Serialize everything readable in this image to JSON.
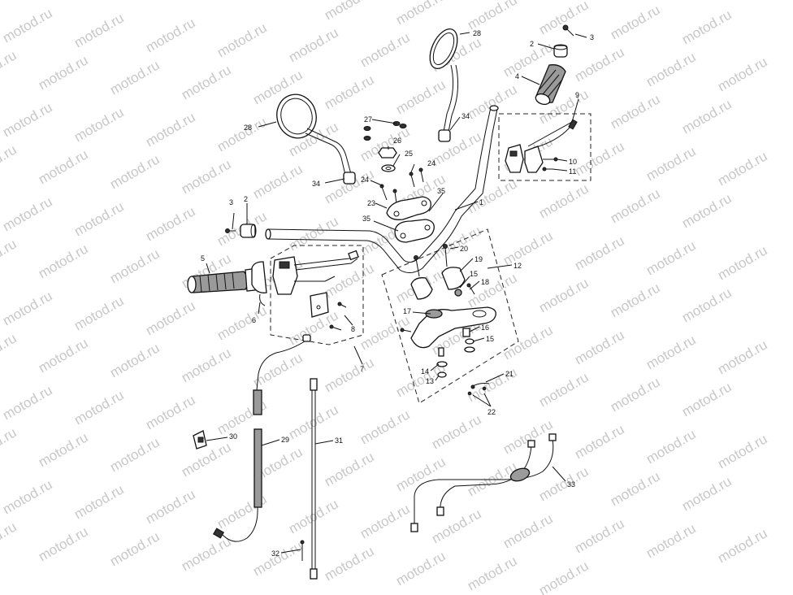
{
  "watermark": {
    "text": "motod.ru"
  },
  "callouts": [
    {
      "id": "c1",
      "label": "1"
    },
    {
      "id": "c2a",
      "label": "2"
    },
    {
      "id": "c2b",
      "label": "2"
    },
    {
      "id": "c3a",
      "label": "3"
    },
    {
      "id": "c3b",
      "label": "3"
    },
    {
      "id": "c4",
      "label": "4"
    },
    {
      "id": "c5",
      "label": "5"
    },
    {
      "id": "c6",
      "label": "6"
    },
    {
      "id": "c7",
      "label": "7"
    },
    {
      "id": "c8",
      "label": "8"
    },
    {
      "id": "c9",
      "label": "9"
    },
    {
      "id": "c10",
      "label": "10"
    },
    {
      "id": "c11",
      "label": "11"
    },
    {
      "id": "c12",
      "label": "12"
    },
    {
      "id": "c13",
      "label": "13"
    },
    {
      "id": "c14",
      "label": "14"
    },
    {
      "id": "c15a",
      "label": "15"
    },
    {
      "id": "c15b",
      "label": "15"
    },
    {
      "id": "c16",
      "label": "16"
    },
    {
      "id": "c17",
      "label": "17"
    },
    {
      "id": "c18",
      "label": "18"
    },
    {
      "id": "c19",
      "label": "19"
    },
    {
      "id": "c20",
      "label": "20"
    },
    {
      "id": "c21",
      "label": "21"
    },
    {
      "id": "c22",
      "label": "22"
    },
    {
      "id": "c23",
      "label": "23"
    },
    {
      "id": "c24a",
      "label": "24"
    },
    {
      "id": "c24b",
      "label": "24"
    },
    {
      "id": "c25",
      "label": "25"
    },
    {
      "id": "c26",
      "label": "26"
    },
    {
      "id": "c27",
      "label": "27"
    },
    {
      "id": "c28a",
      "label": "28"
    },
    {
      "id": "c28b",
      "label": "28"
    },
    {
      "id": "c29",
      "label": "29"
    },
    {
      "id": "c30",
      "label": "30"
    },
    {
      "id": "c31",
      "label": "31"
    },
    {
      "id": "c32",
      "label": "32"
    },
    {
      "id": "c33",
      "label": "33"
    },
    {
      "id": "c34a",
      "label": "34"
    },
    {
      "id": "c34b",
      "label": "34"
    },
    {
      "id": "c35a",
      "label": "35"
    },
    {
      "id": "c35b",
      "label": "35"
    }
  ]
}
